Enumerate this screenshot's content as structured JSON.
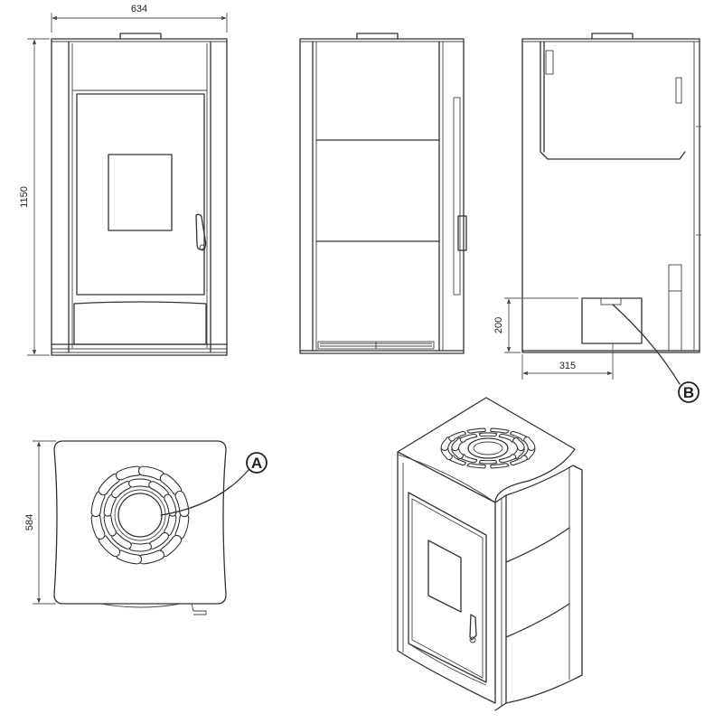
{
  "dimensions": {
    "width": "634",
    "height": "1150",
    "depth": "584",
    "outlet_height": "200",
    "outlet_offset": "315"
  },
  "callouts": {
    "a": "A",
    "b": "B"
  },
  "colors": {
    "line": "#333333",
    "background": "#ffffff"
  }
}
